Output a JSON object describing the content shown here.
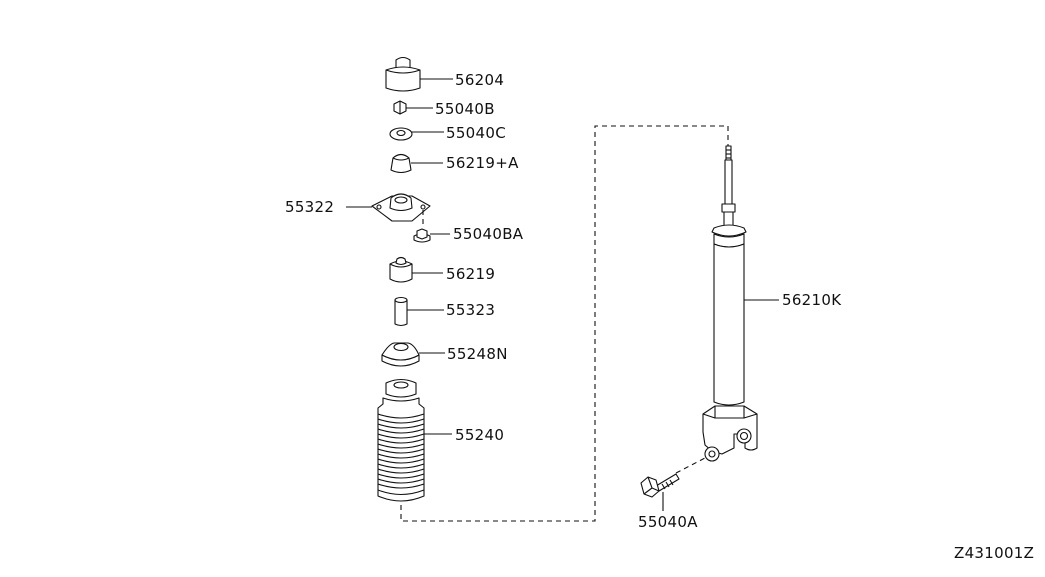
{
  "diagram": {
    "figure_code": "Z431001Z",
    "labels": {
      "p56204": "56204",
      "p55040B": "55040B",
      "p55040C": "55040C",
      "p56219A": "56219+A",
      "p55322": "55322",
      "p55040BA": "55040BA",
      "p56219": "56219",
      "p55323": "55323",
      "p55248N": "55248N",
      "p55240": "55240",
      "p56210K": "56210K",
      "p55040A": "55040A"
    }
  }
}
